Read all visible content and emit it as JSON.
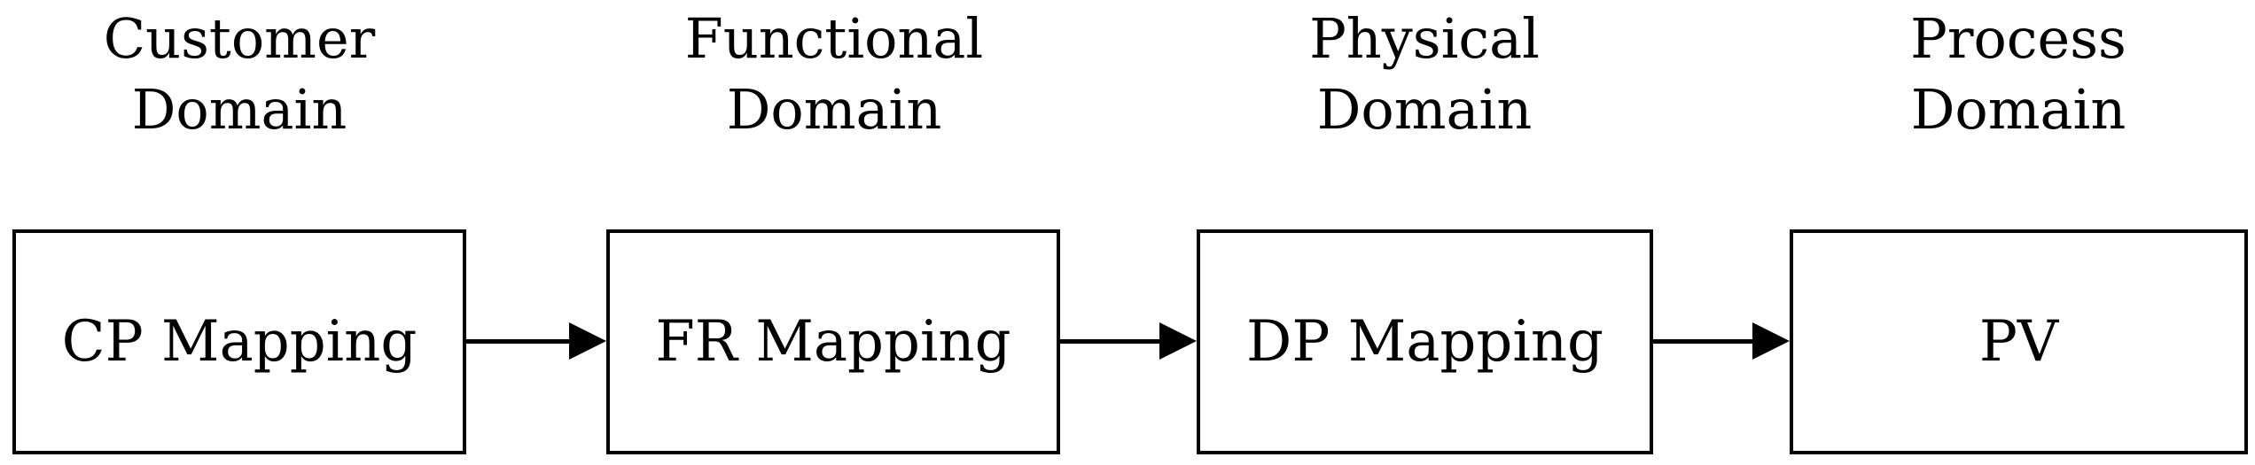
{
  "diagram": {
    "background_color": "#ffffff",
    "line_color": "#000000",
    "text_color": "#000000",
    "columns": [
      {
        "domain_title": "Customer Domain",
        "title_lines": [
          "Customer",
          "Domain"
        ],
        "box_label": "CP Mapping"
      },
      {
        "domain_title": "Functional Domain",
        "title_lines": [
          "Functional",
          "Domain"
        ],
        "box_label": "FR Mapping"
      },
      {
        "domain_title": "Physical Domain",
        "title_lines": [
          "Physical",
          "Domain"
        ],
        "box_label": "DP Mapping"
      },
      {
        "domain_title": "Process Domain",
        "title_lines": [
          "Process",
          "Domain"
        ],
        "box_label": "PV"
      }
    ],
    "arrows": [
      {
        "from": "CP Mapping",
        "to": "FR Mapping",
        "direction": "right"
      },
      {
        "from": "FR Mapping",
        "to": "DP Mapping",
        "direction": "right"
      },
      {
        "from": "DP Mapping",
        "to": "PV",
        "direction": "right"
      }
    ]
  }
}
